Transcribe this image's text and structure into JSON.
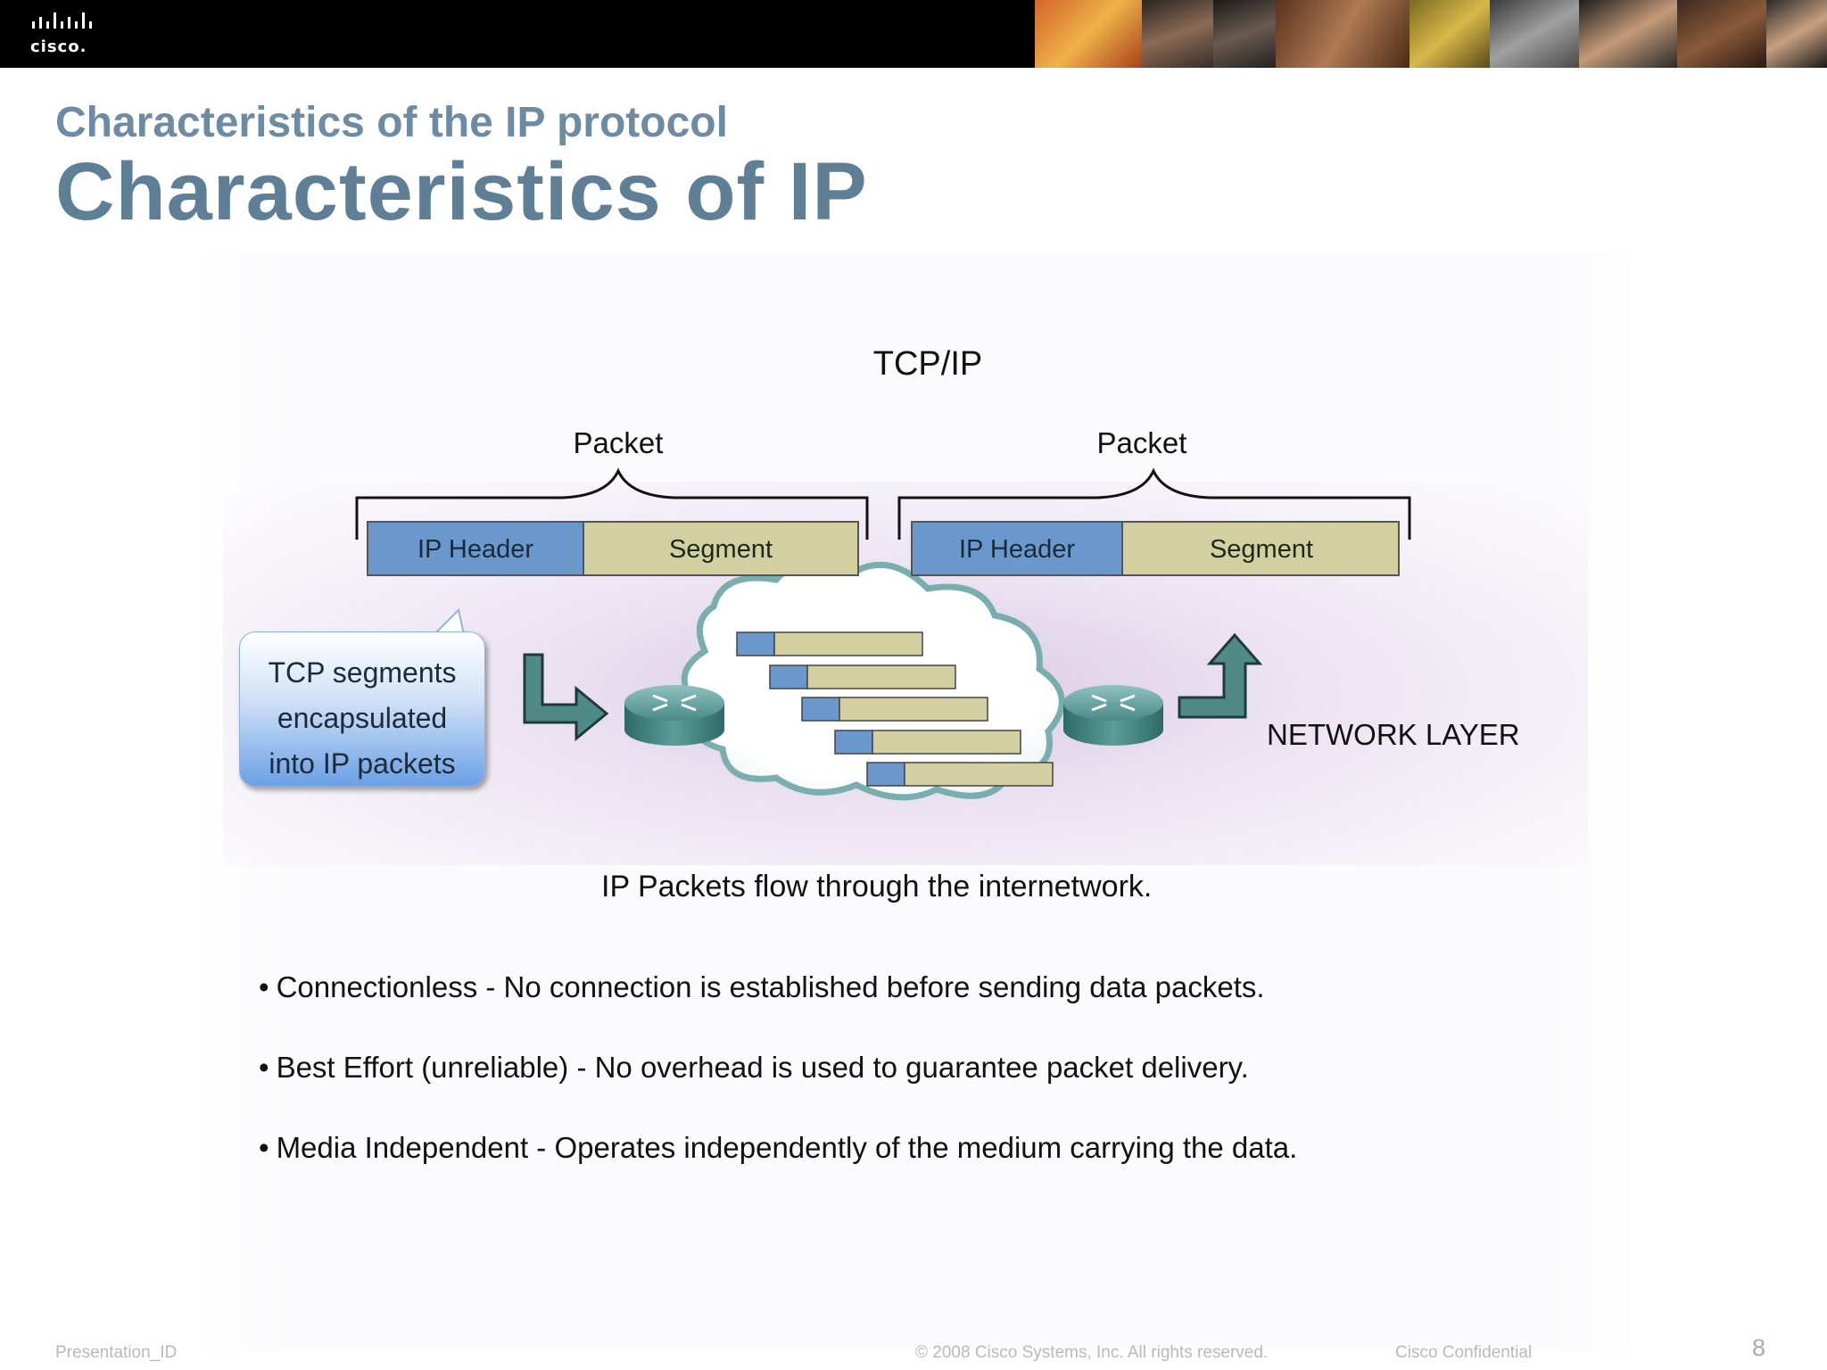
{
  "header": {
    "logo_text": "cisco.",
    "logo_icon": "cisco-bars-icon"
  },
  "slide": {
    "subtitle": "Characteristics of the IP protocol",
    "title": "Characteristics of IP"
  },
  "diagram": {
    "heading": "TCP/IP",
    "packets": [
      {
        "label": "Packet",
        "header": "IP Header",
        "segment": "Segment"
      },
      {
        "label": "Packet",
        "header": "IP Header",
        "segment": "Segment"
      }
    ],
    "callout": {
      "lines": [
        "TCP segments",
        "encapsulated",
        "into IP packets"
      ]
    },
    "layer_label": "NETWORK LAYER",
    "caption": "IP Packets flow through the internetwork.",
    "colors": {
      "ip_header": "#6a98cc",
      "segment": "#d2d0a0",
      "cloud_outline": "#7aaeae",
      "router": "#4a8a88",
      "arrow": "#4f8a86"
    }
  },
  "bullets": [
    "Connectionless - No connection is established before sending data packets.",
    "Best Effort (unreliable) - No overhead is used to guarantee packet delivery.",
    "Media Independent - Operates independently of the medium carrying the data."
  ],
  "footer": {
    "left": "Presentation_ID",
    "center": "© 2008 Cisco Systems, Inc. All rights reserved.",
    "right": "Cisco Confidential",
    "page": "8"
  }
}
